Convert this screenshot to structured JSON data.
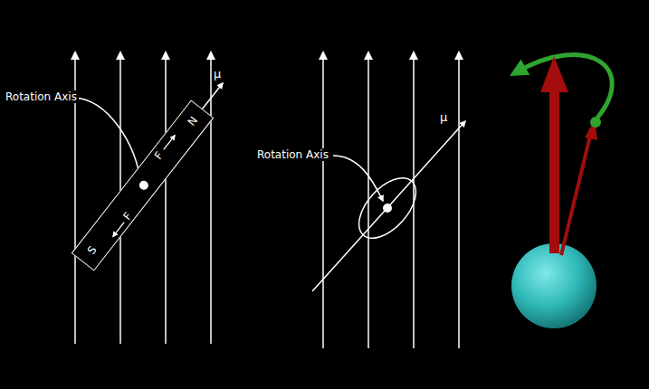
{
  "diagram": {
    "nodes": [
      {
        "text": [
          "N",
          "F",
          "F",
          "S"
        ]
      }
    ],
    "labels": [
      "Rotation Axis",
      "μ",
      "Rotation Axis",
      "μ"
    ]
  }
}
